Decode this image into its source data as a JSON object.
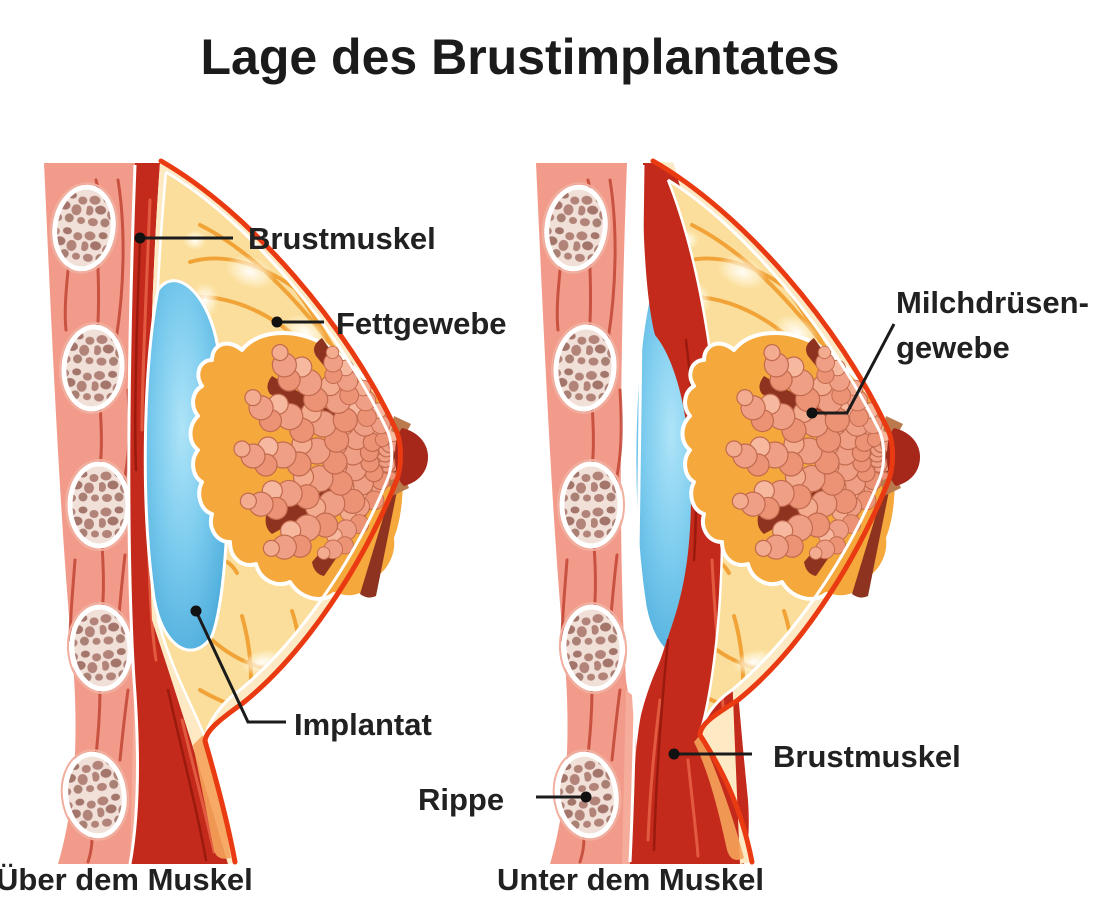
{
  "title": "Lage des Brustimplantates",
  "figures": {
    "left": {
      "caption": "Über dem Muskel",
      "labels": {
        "brustmuskel": "Brustmuskel",
        "fettgewebe": "Fettgewebe",
        "implantat": "Implantat"
      }
    },
    "right": {
      "caption": "Unter dem Muskel",
      "labels": {
        "rippe": "Rippe",
        "milchdruesengewebe_line1": "Milchdrüsen-",
        "milchdruesengewebe_line2": "gewebe",
        "brustmuskel": "Brustmuskel"
      }
    }
  },
  "colors": {
    "text": "#212121",
    "chest_wall": "#F29B8A",
    "chest_wall_streak": "#C24534",
    "rib_blob": "#B28379",
    "pectoral_muscle": "#C42A1B",
    "muscle_highlight": "#E25B41",
    "implant_blue": "#57B8E5",
    "fat_tissue": "#FBDE9B",
    "fat_web": "#F1A033",
    "gland_pocket": "#F5A83C",
    "gland_lobule": "#EF9F85",
    "gland_duct_dark": "#8E3320",
    "nipple": "#A5281B",
    "skin_outline": "#E93A12",
    "subcutis_cream": "#FDE9C3",
    "fold_orange": "#F6A35B",
    "leader_line": "#1b1b1b"
  }
}
